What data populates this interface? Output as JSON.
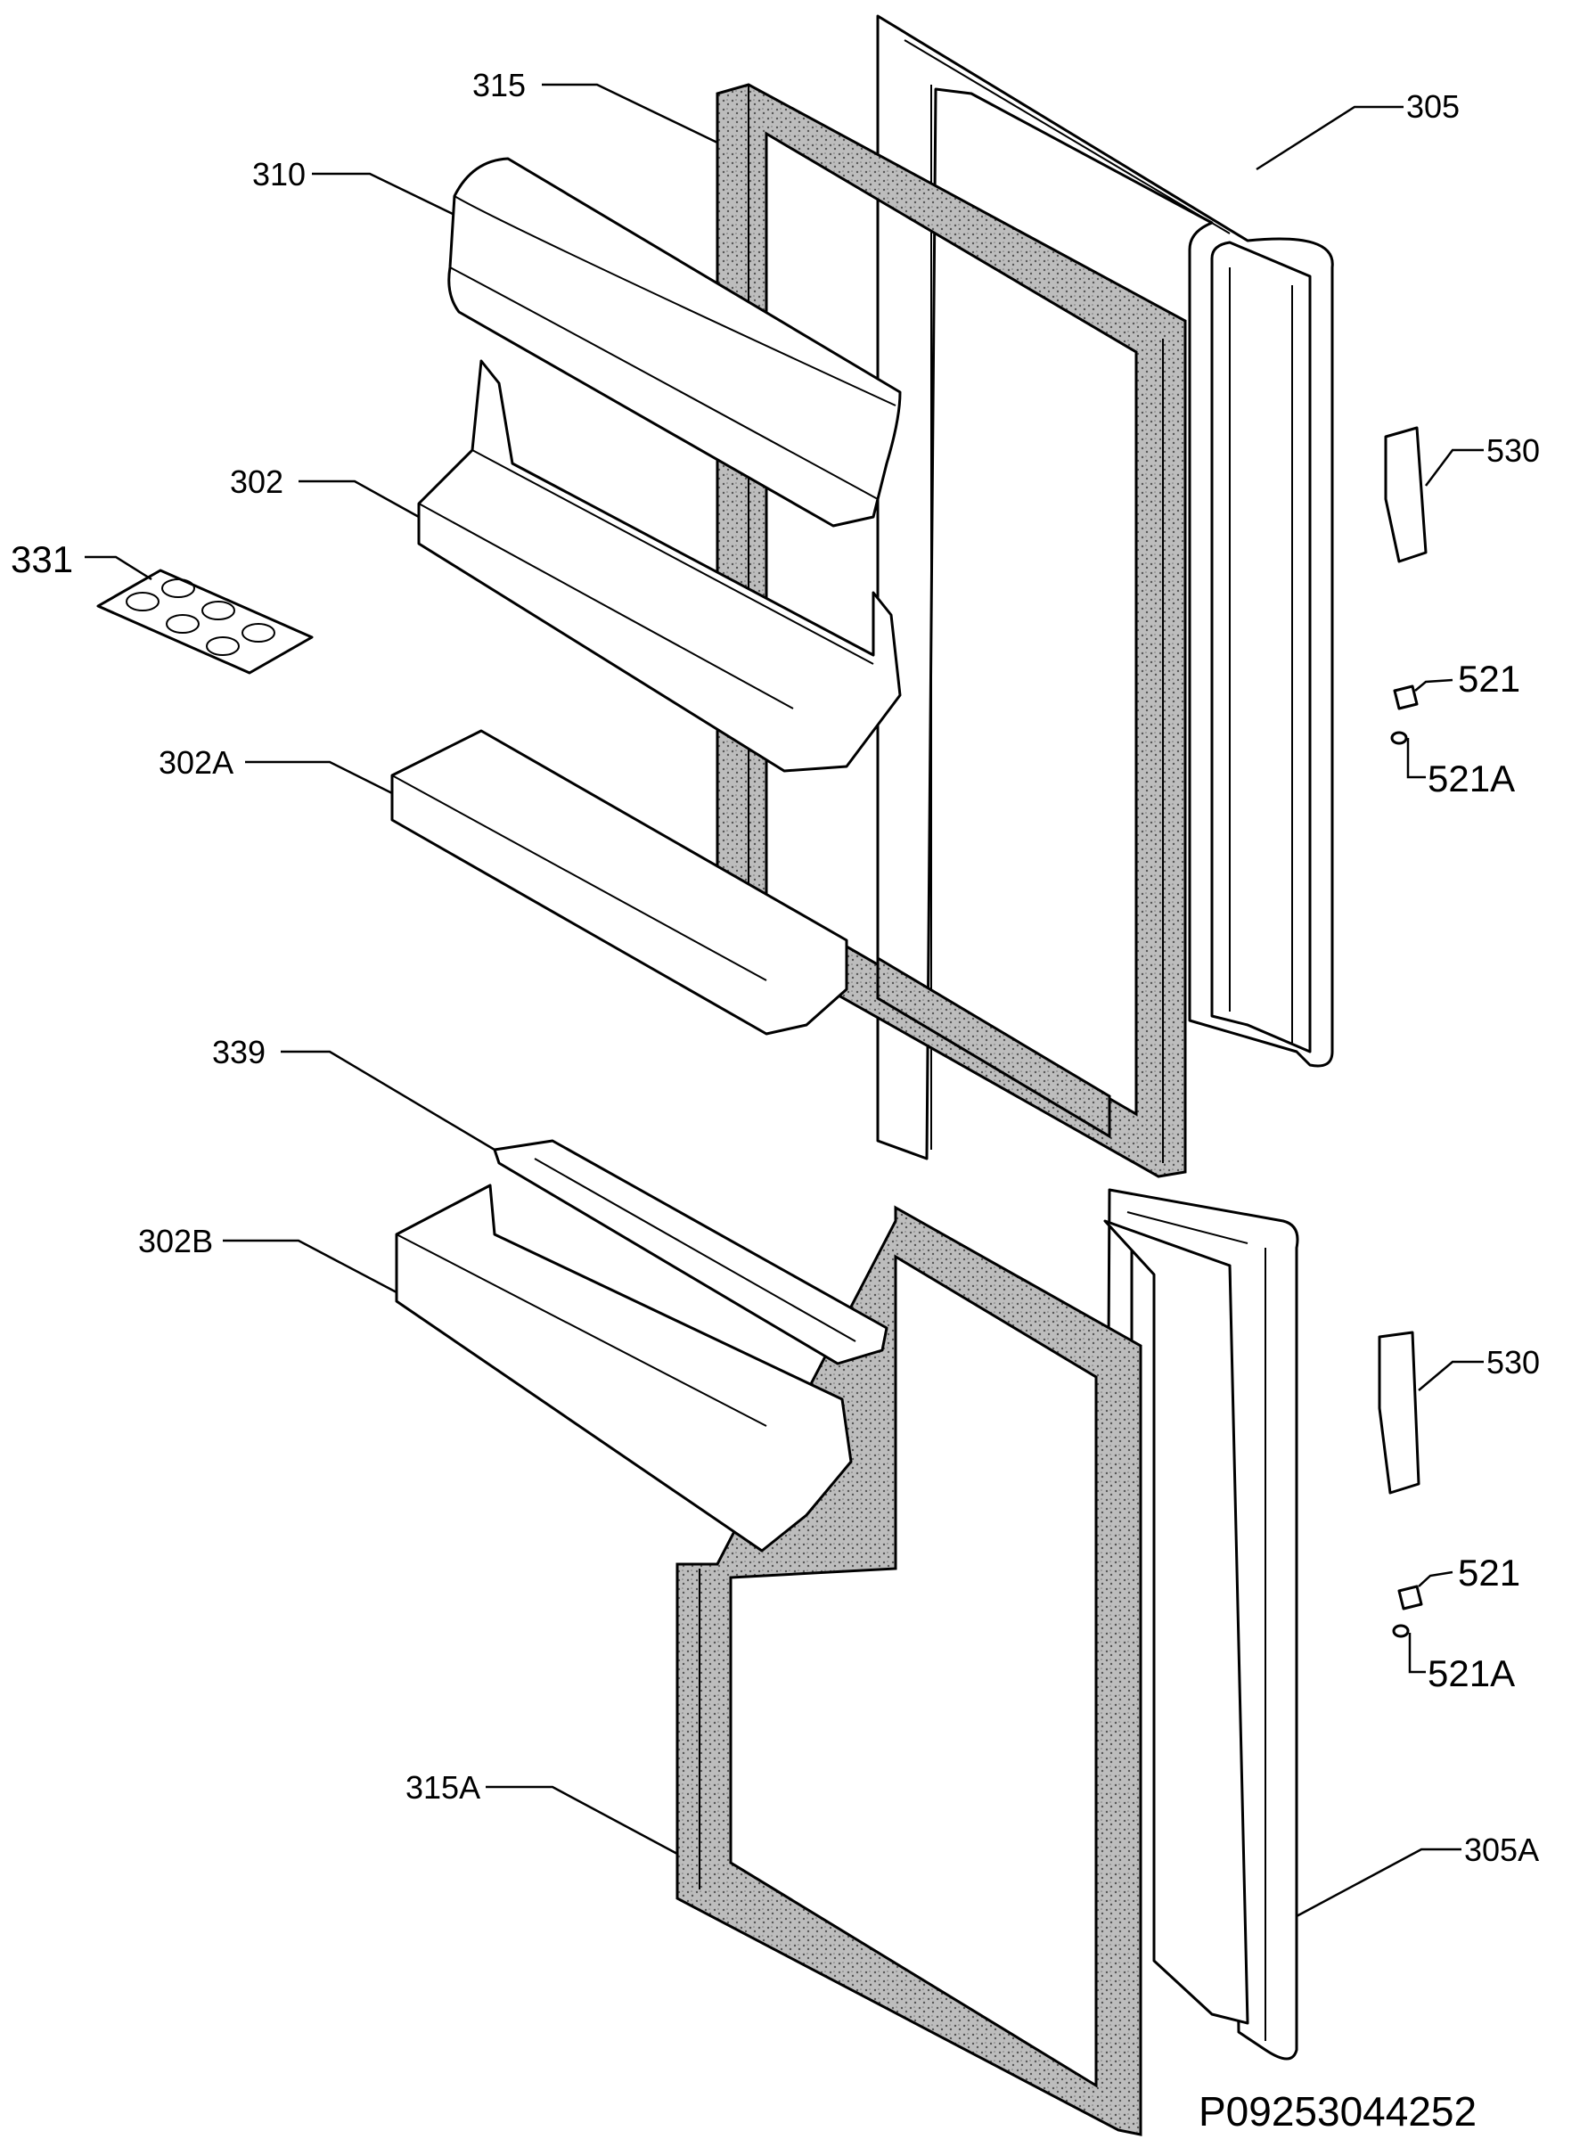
{
  "labels": {
    "l315": "315",
    "l305": "305",
    "l310": "310",
    "l302": "302",
    "l331": "331",
    "l530_top": "530",
    "l521_top": "521",
    "l521A_top": "521A",
    "l302A": "302A",
    "l339": "339",
    "l302B": "302B",
    "l530_bottom": "530",
    "l521_bottom": "521",
    "l521A_bottom": "521A",
    "l315A": "315A",
    "l305A": "305A"
  },
  "drawing_code": "P09253044252",
  "colors": {
    "line": "#000000",
    "gasket_fill": "#c9c9c9",
    "background": "#ffffff"
  }
}
